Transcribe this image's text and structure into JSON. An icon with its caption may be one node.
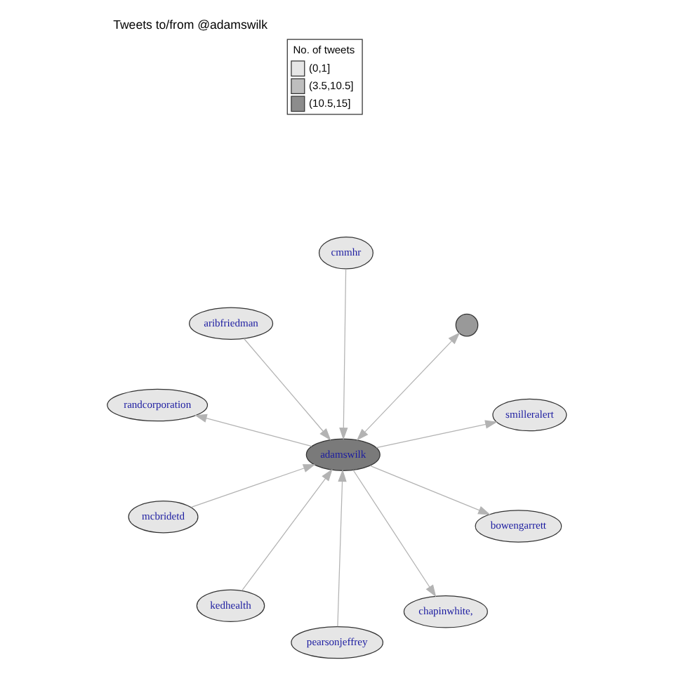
{
  "diagram": {
    "title": "Tweets to/from @adamswilk",
    "nodes": [
      {
        "text": [
          "randcorporation"
        ]
      },
      {
        "text": [
          "cmmhr"
        ]
      },
      {
        "text": [
          "pearsonjeffrey"
        ]
      },
      {
        "text": [
          "aribfriedman"
        ]
      },
      {
        "text": [],
        "shape": "circle"
      },
      {
        "text": [
          "adamswilk"
        ]
      },
      {
        "text": [
          "mcbridetd"
        ]
      },
      {
        "text": [
          "smilleralert"
        ]
      },
      {
        "text": [
          "kedhealth"
        ]
      },
      {
        "text": [
          "bowengarrett"
        ]
      },
      {
        "text": [
          "chapinwhite,"
        ]
      }
    ],
    "edges": [
      {
        "from": 5,
        "to": 0,
        "arrow": "to"
      },
      {
        "from": 1,
        "to": 5,
        "arrow": "to"
      },
      {
        "from": 2,
        "to": 5,
        "arrow": "to"
      },
      {
        "from": 3,
        "to": 5,
        "arrow": "to"
      },
      {
        "from": 4,
        "to": 5,
        "arrow": "both"
      },
      {
        "from": 6,
        "to": 5,
        "arrow": "to"
      },
      {
        "from": 5,
        "to": 7,
        "arrow": "to"
      },
      {
        "from": 8,
        "to": 5,
        "arrow": "to"
      },
      {
        "from": 5,
        "to": 9,
        "arrow": "to"
      },
      {
        "from": 5,
        "to": 10,
        "arrow": "to"
      }
    ],
    "labels": [
      "No. of tweets"
    ],
    "legend": [
      {
        "text": "(0,1]",
        "color": "#e6e6e6"
      },
      {
        "text": "(3.5,10.5]",
        "color": "#bebebe"
      },
      {
        "text": "(10.5,15]",
        "color": "#8c8c8c"
      }
    ]
  }
}
